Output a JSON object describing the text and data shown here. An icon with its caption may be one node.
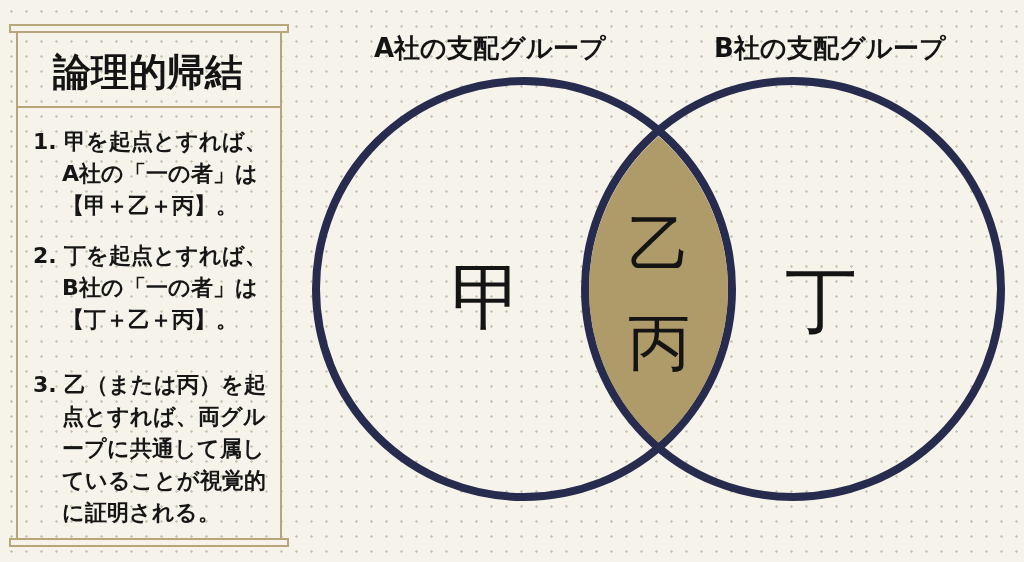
{
  "diagram": {
    "nodes": [
      {
        "text": [
          "論理的帰結",
          "1. 甲を起点とすれば、A社の「一の者」は【甲＋乙＋丙】。",
          "2. 丁を起点とすれば、B社の「一の者」は【丁＋乙＋丙】。",
          "3. 乙（または丙）を起点とすれば、両グループに共通して属していることが視覚的に証明される。"
        ]
      },
      {
        "text": [
          "A社の支配グループ",
          "甲"
        ]
      },
      {
        "text": [
          "B社の支配グループ",
          "丁"
        ]
      },
      {
        "text": [
          "乙",
          "丙"
        ]
      }
    ]
  }
}
